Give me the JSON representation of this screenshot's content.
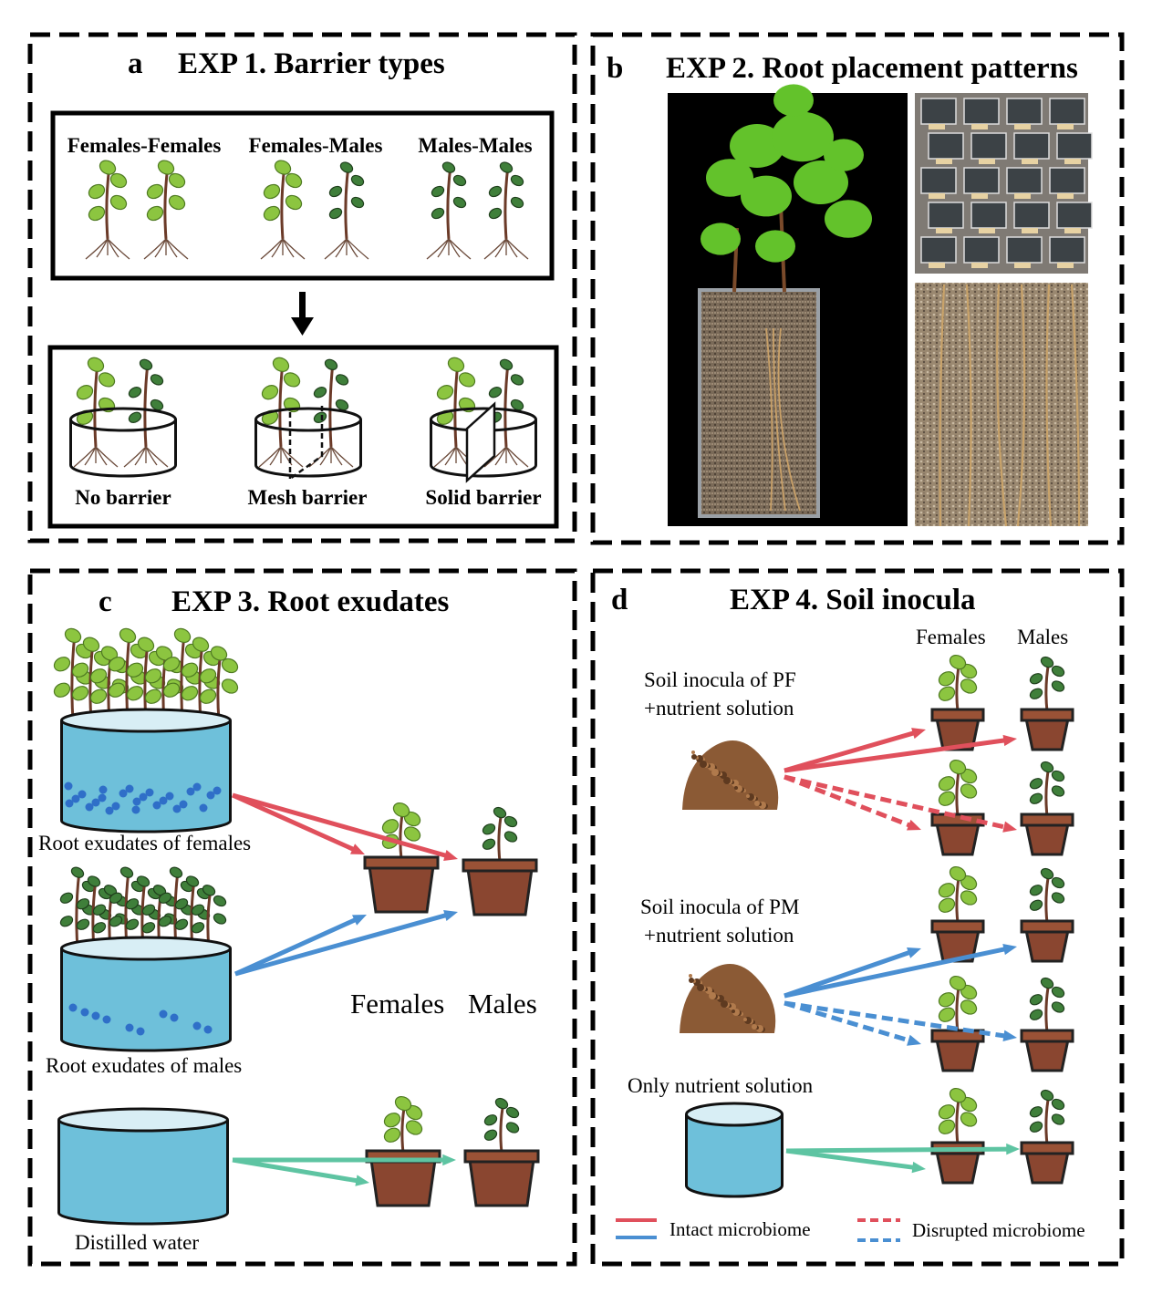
{
  "colors": {
    "red": "#e0505c",
    "blue": "#4a8fd2",
    "teal": "#5ec4a2",
    "female_leaf": "#8cc540",
    "male_leaf": "#3f7f3a",
    "pot": "#8a4630",
    "water": "#6ec0da",
    "dashed_border": "#000000"
  },
  "panel_a": {
    "letter": "a",
    "title": "EXP 1. Barrier types",
    "pair_labels": [
      "Females-Females",
      "Females-Males",
      "Males-Males"
    ],
    "barrier_labels": [
      "No barrier",
      "Mesh barrier",
      "Solid barrier"
    ]
  },
  "panel_b": {
    "letter": "b",
    "title": "EXP 2. Root placement patterns"
  },
  "panel_c": {
    "letter": "c",
    "title": "EXP 3. Root exudates",
    "sources": [
      "Root exudates of females",
      "Root exudates of males",
      "Distilled water"
    ],
    "females_label": "Females",
    "males_label": "Males"
  },
  "panel_d": {
    "letter": "d",
    "title": "EXP 4. Soil inocula",
    "females_label": "Females",
    "males_label": "Males",
    "pf_line1": "Soil inocula of PF",
    "pf_line2": "+nutrient solution",
    "pm_line1": "Soil inocula of PM",
    "pm_line2": "+nutrient solution",
    "only_nutrient": "Only nutrient solution",
    "legend": {
      "intact": "Intact microbiome",
      "disrupted": "Disrupted microbiome"
    }
  }
}
